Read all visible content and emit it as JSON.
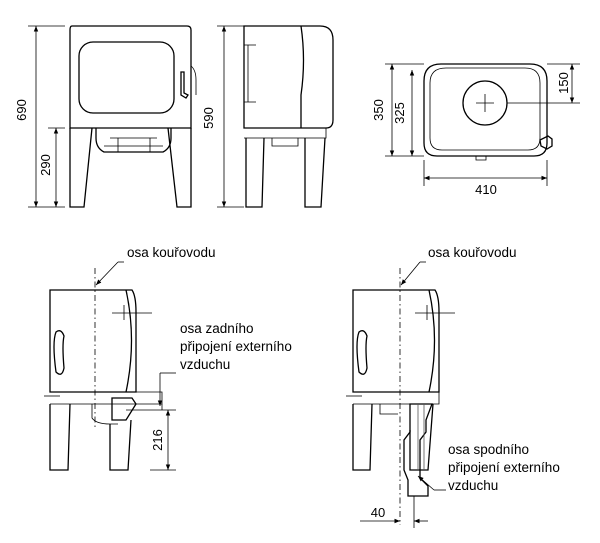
{
  "dimensions": {
    "total_height": "690",
    "leg_height": "290",
    "side_height": "590",
    "depth": "350",
    "depth_to_rear_axis": "325",
    "flue_offset": "150",
    "width": "410",
    "rear_air_height": "216",
    "bottom_air_offset": "40"
  },
  "labels": {
    "flue_axis_left": "osa kouřovodu",
    "flue_axis_right": "osa kouřovodu",
    "rear_air": [
      "osa zadního",
      "připojení externího",
      "vzduchu"
    ],
    "bottom_air": [
      "osa spodního",
      "připojení externího",
      "vzduchu"
    ]
  }
}
